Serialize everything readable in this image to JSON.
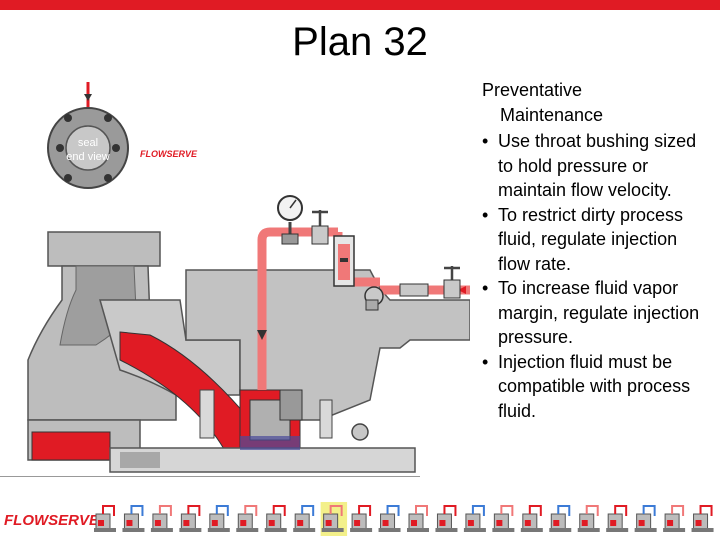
{
  "slide": {
    "title": "Plan 32",
    "section_title_line1": "Preventative",
    "section_title_line2": "Maintenance",
    "bullets": [
      "Use throat bushing sized to hold pressure or maintain flow velocity.",
      "To restrict dirty process fluid, regulate injection flow rate.",
      "To increase fluid vapor margin, regulate injection pressure.",
      "Injection fluid must be compatible with process fluid."
    ],
    "bullet_char": "•"
  },
  "diagram": {
    "seal_view_line1": "seal",
    "seal_view_line2": "end view",
    "brand_mark": "FLOWSERVE"
  },
  "footer": {
    "logo": "FLOWSERVE",
    "thumbnail_count": 22
  },
  "colors": {
    "accent_red": "#e01b24",
    "flush_pink": "#f07878",
    "casing_gray": "#bdbdbd"
  }
}
